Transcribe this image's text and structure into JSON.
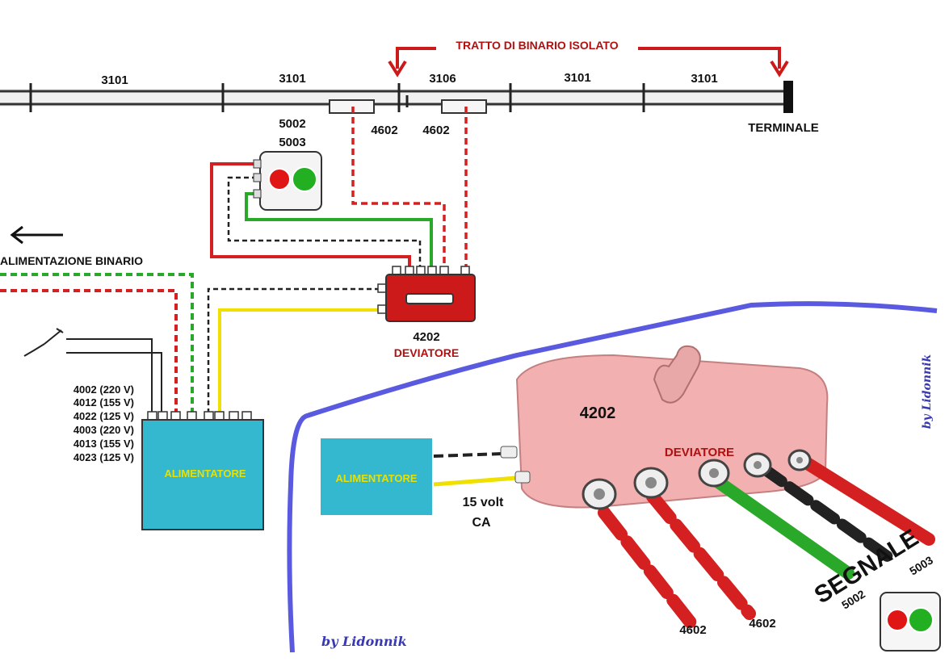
{
  "track": {
    "segments": [
      "3101",
      "3101",
      "3106",
      "3101",
      "3101"
    ],
    "isolated_label": "TRATTO DI BINARIO ISOLATO",
    "terminal_label": "TERMINALE",
    "contact_left": "4602",
    "contact_right": "4602"
  },
  "signal": {
    "code_top": "5002",
    "code_bottom": "5003"
  },
  "feed": {
    "label": "ALIMENTAZIONE BINARIO"
  },
  "switch": {
    "code": "4202",
    "name": "DEVIATORE"
  },
  "power": {
    "models": [
      "4002 (220 V)",
      "4012 (155 V)",
      "4022 (125 V)",
      "4003 (220 V)",
      "4013 (155 V)",
      "4023 (125 V)"
    ],
    "label": "ALIMENTATORE"
  },
  "detail": {
    "box_code": "4202",
    "box_name": "DEVIATORE",
    "supply_label": "ALIMENTATORE",
    "voltage_line1": "15 volt",
    "voltage_line2": "CA",
    "cable_left": "4602",
    "cable_right": "4602",
    "signal_label": "SEGNALE",
    "signal_code_a": "5003",
    "signal_code_b": "5002"
  },
  "credits": {
    "bottom": "by Lidonnik",
    "side": "by Lidonnik"
  },
  "colors": {
    "red_wire": "#d42020",
    "green_wire": "#2aa82a",
    "yellow_wire": "#f0e000",
    "black_wire": "#222222",
    "power_box": "#33b8d0",
    "switch_box": "#cc1a1a",
    "blue_line": "#5a5ae0",
    "detail_box": "#f2b0b0"
  }
}
